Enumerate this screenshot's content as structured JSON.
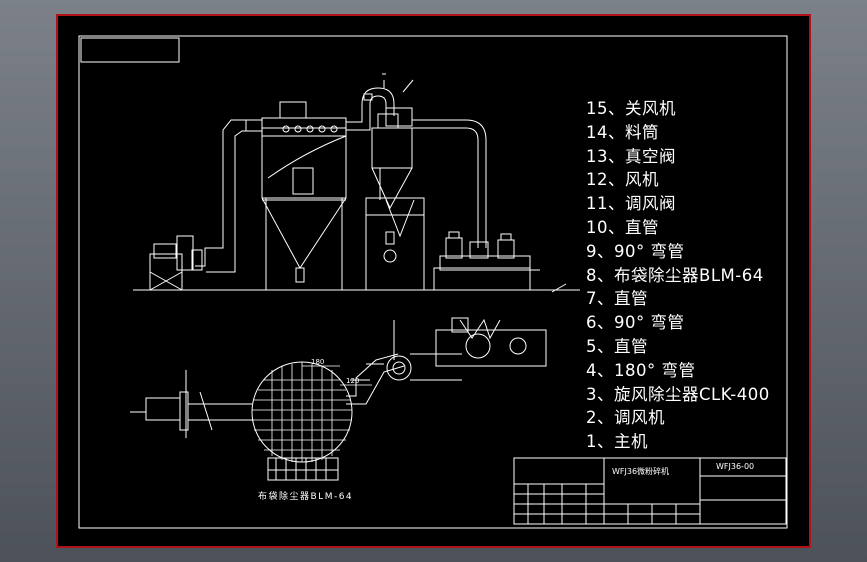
{
  "parts_list": [
    "15、关风机",
    "14、料筒",
    "13、真空阀",
    "12、风机",
    "11、调风阀",
    "10、直管",
    "9、90° 弯管",
    "8、布袋除尘器BLM-64",
    "7、直管",
    "6、90° 弯管",
    "5、直管",
    "4、180° 弯管",
    "3、旋风除尘器CLK-400",
    "2、调风机",
    "1、主机"
  ],
  "title_block": {
    "name": "WFJ36微粉碎机",
    "drawing_no": "WFJ36-00"
  },
  "plan_view_label": "布袋除尘器BLM-64",
  "dimension_labels": [
    "180",
    "120"
  ],
  "colors": {
    "background": "#000000",
    "linework": "#ffffff",
    "sheet_border": "#b0121a",
    "window": "#5a5f68"
  }
}
